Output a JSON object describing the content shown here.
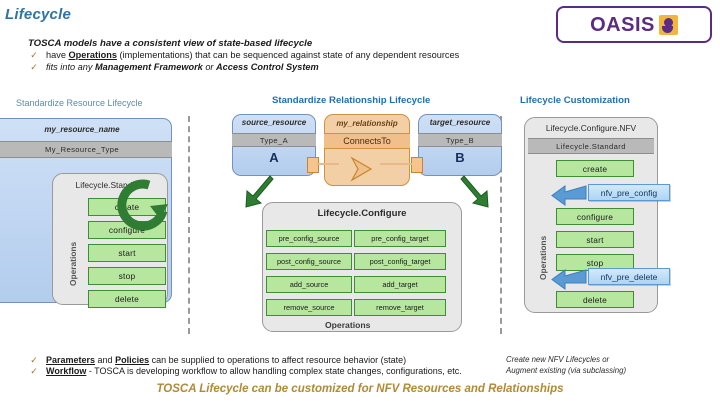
{
  "header": {
    "slide_title": "Lifecycle",
    "logo_word": "OASIS",
    "logo_mark": "oasis-glyph"
  },
  "intro": {
    "lead": "TOSCA models have a consistent view of state-based lifecycle",
    "bullets": [
      {
        "tick": "✓",
        "pre": "have ",
        "emph": "Operations",
        "post": " (implementations) that can be sequenced against state of any dependent resources"
      },
      {
        "tick": "✓",
        "pre": "fits into any ",
        "emph": "Management Framework",
        "mid": " or ",
        "emph2": "Access Control System",
        "post": ""
      }
    ]
  },
  "sections": {
    "left_caption": "Standardize Resource Lifecycle",
    "mid_caption": "Standardize Relationship Lifecycle",
    "right_caption": "Lifecycle Customization"
  },
  "resource": {
    "name": "my_resource_name",
    "type": "My_Resource_Type",
    "interface": "Lifecycle.Standard",
    "operations_label": "Operations",
    "operations": [
      "create",
      "configure",
      "start",
      "stop",
      "delete"
    ],
    "cycle_icon": "circular-arrow-icon"
  },
  "relationship": {
    "source": {
      "name": "source_resource",
      "type": "Type_A",
      "letter": "A"
    },
    "target": {
      "name": "target_resource",
      "type": "Type_B",
      "letter": "B"
    },
    "middle": {
      "name": "my_relationship",
      "type": "ConnectsTo"
    },
    "interface": "Lifecycle.Configure",
    "operations_label": "Operations",
    "operations_source": [
      "pre_config_source",
      "post_config_source",
      "add_source",
      "remove_source"
    ],
    "operations_target": [
      "pre_config_target",
      "post_config_target",
      "add_target",
      "remove_target"
    ]
  },
  "customization": {
    "interface": "Lifecycle.Configure.NFV",
    "base": "Lifecycle.Standard",
    "operations_label": "Operations",
    "operations": [
      "create",
      "configure",
      "start",
      "stop",
      "delete"
    ],
    "callouts": [
      {
        "label": "nfv_pre_config",
        "arrow": "left-arrow-icon"
      },
      {
        "label": "nfv_pre_delete",
        "arrow": "left-arrow-icon"
      }
    ],
    "note_line1": "Create new NFV Lifecycles or",
    "note_line2": "Augment existing (via subclassing)"
  },
  "footer": {
    "lines": [
      {
        "tick": "✓",
        "emph": "Parameters",
        "mid": " and ",
        "emph2": "Policies",
        "post": " can be supplied to operations to affect resource behavior (state)"
      },
      {
        "tick": "✓",
        "emph": "Workflow",
        "post": " - TOSCA is developing workflow to allow handling complex state changes, configurations, etc."
      }
    ],
    "closing": "TOSCA Lifecycle can be customized for NFV Resources and Relationships"
  },
  "colors": {
    "title_blue": "#2E74A6",
    "caption_blue": "#1F6FB5",
    "oasis_purple": "#5B2D82",
    "oasis_gold": "#F2B63C",
    "op_green_fill": "#b7e79e",
    "op_green_border": "#3e8e35",
    "relationship_orange": "#f3cfa6",
    "callout_blue": "#aed4f3",
    "closing_gold": "#b08a36"
  }
}
